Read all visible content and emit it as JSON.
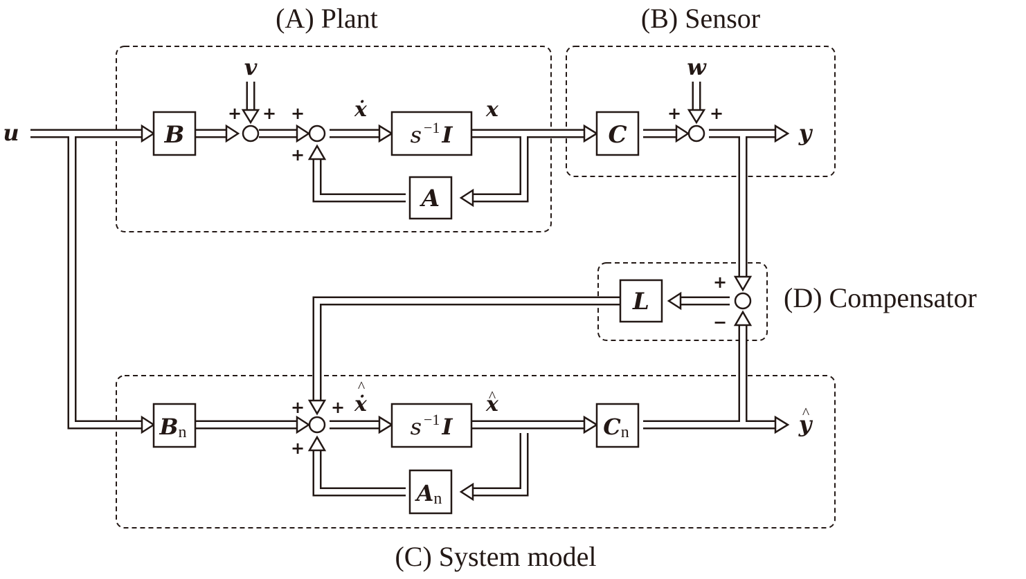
{
  "groups": {
    "plant": "(A) Plant",
    "sensor": "(B) Sensor",
    "system_model": "(C) System model",
    "compensator": "(D) Compensator"
  },
  "signals": {
    "input": "u",
    "process_noise": "v",
    "measurement_noise": "w",
    "output": "y",
    "state": "x",
    "state_derivative": "ẋ",
    "estimated_state": "x",
    "estimated_derivative": "ẋ",
    "estimated_output": "y",
    "hat": "^"
  },
  "blocks": {
    "B": "B",
    "A": "A",
    "C": "C",
    "L": "L",
    "Bn": "B",
    "An": "A",
    "Cn": "C",
    "nominal_subscript": "n",
    "integrator_s": "s",
    "integrator_exp": "−1",
    "integrator_I": "I"
  },
  "signs": {
    "plus": "+",
    "minus": "−"
  }
}
